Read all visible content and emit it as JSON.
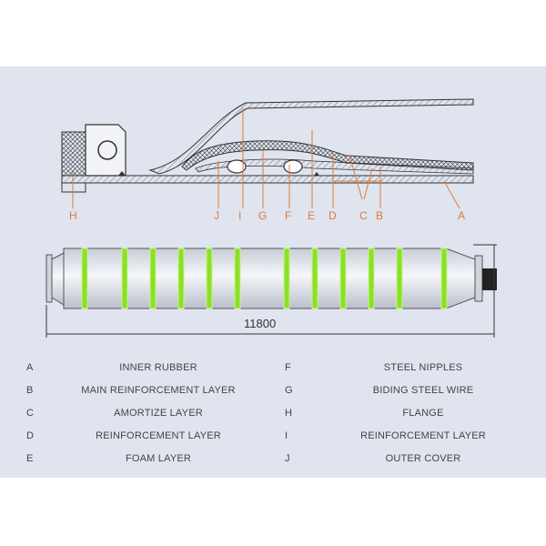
{
  "callouts": [
    "H",
    "J",
    "I",
    "G",
    "F",
    "E",
    "D",
    "C",
    "B",
    "A"
  ],
  "dimension": "11800",
  "legend": [
    {
      "key": "A",
      "text": "INNER RUBBER",
      "key2": "F",
      "text2": "STEEL NIPPLES"
    },
    {
      "key": "B",
      "text": "MAIN REINFORCEMENT LAYER",
      "key2": "G",
      "text2": "BIDING STEEL WIRE"
    },
    {
      "key": "C",
      "text": "AMORTIZE LAYER",
      "key2": "H",
      "text2": "FLANGE"
    },
    {
      "key": "D",
      "text": "REINFORCEMENT LAYER",
      "key2": "I",
      "text2": "REINFORCEMENT LAYER"
    },
    {
      "key": "E",
      "text": "FOAM LAYER",
      "key2": "J",
      "text2": "OUTER COVER"
    }
  ],
  "colors": {
    "panel": "#dfe4ef",
    "callout": "#e07a3a",
    "float_band": "#8be02a",
    "flange_dark": "#222222"
  }
}
